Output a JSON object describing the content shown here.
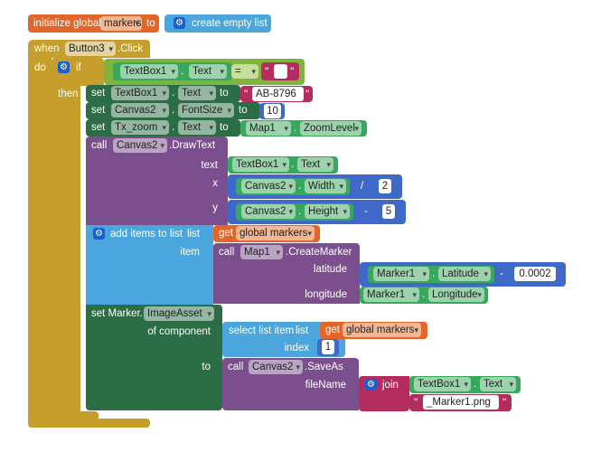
{
  "colors": {
    "variable": "#e2662a",
    "control": "#c59e2b",
    "logic": "#80b441",
    "text": "#b32d5e",
    "component_set": "#2b6e45",
    "component_get": "#37a85c",
    "call": "#7b4f8e",
    "list": "#4aa6dd",
    "math": "#3f69c8",
    "gear": "#1a5fd0"
  },
  "init": {
    "keyword": "initialize global",
    "name": "markers",
    "to": "to",
    "gear_icon": "gear-icon",
    "value": "create empty list"
  },
  "event": {
    "when": "when",
    "component": "Button3",
    "event": ".Click",
    "do": "do"
  },
  "if_block": {
    "if": "if",
    "then": "then",
    "component": "TextBox1",
    "property": "Text",
    "operator": "=",
    "value": ""
  },
  "set1": {
    "set": "set",
    "component": "TextBox1",
    "property": "Text",
    "to": "to",
    "value": "AB-8796"
  },
  "set2": {
    "set": "set",
    "component": "Canvas2",
    "property": "FontSize",
    "to": "to",
    "value": "10"
  },
  "set3": {
    "set": "set",
    "component": "Tx_zoom",
    "property": "Text",
    "to": "to",
    "source_component": "Map1",
    "source_property": "ZoomLevel"
  },
  "drawtext": {
    "call": "call",
    "component": "Canvas2",
    "method": ".DrawText",
    "text_label": "text",
    "text_component": "TextBox1",
    "text_property": "Text",
    "x_label": "x",
    "x_component": "Canvas2",
    "x_property": "Width",
    "x_op": "/",
    "x_value": "2",
    "y_label": "y",
    "y_component": "Canvas2",
    "y_property": "Height",
    "y_op": "-",
    "y_value": "5"
  },
  "additems": {
    "label": "add items to list",
    "list_label": "list",
    "get": "get",
    "list_name": "global markers",
    "item_label": "item",
    "call": "call",
    "component": "Map1",
    "method": ".CreateMarker",
    "lat_label": "latitude",
    "lat_component": "Marker1",
    "lat_property": "Latitude",
    "lat_op": "-",
    "lat_value": "0.0002",
    "lon_label": "longitude",
    "lon_component": "Marker1",
    "lon_property": "Longitude"
  },
  "setmarker": {
    "set": "set Marker.",
    "property": "ImageAsset",
    "of_component": "of component",
    "select_label": "select list item",
    "list_label": "list",
    "get": "get",
    "list_name": "global markers",
    "index_label": "index",
    "index_value": "1",
    "to": "to",
    "call": "call",
    "component": "Canvas2",
    "method": ".SaveAs",
    "filename_label": "fileName",
    "join": "join",
    "join_component": "TextBox1",
    "join_property": "Text",
    "join_string": "_Marker1.png"
  }
}
